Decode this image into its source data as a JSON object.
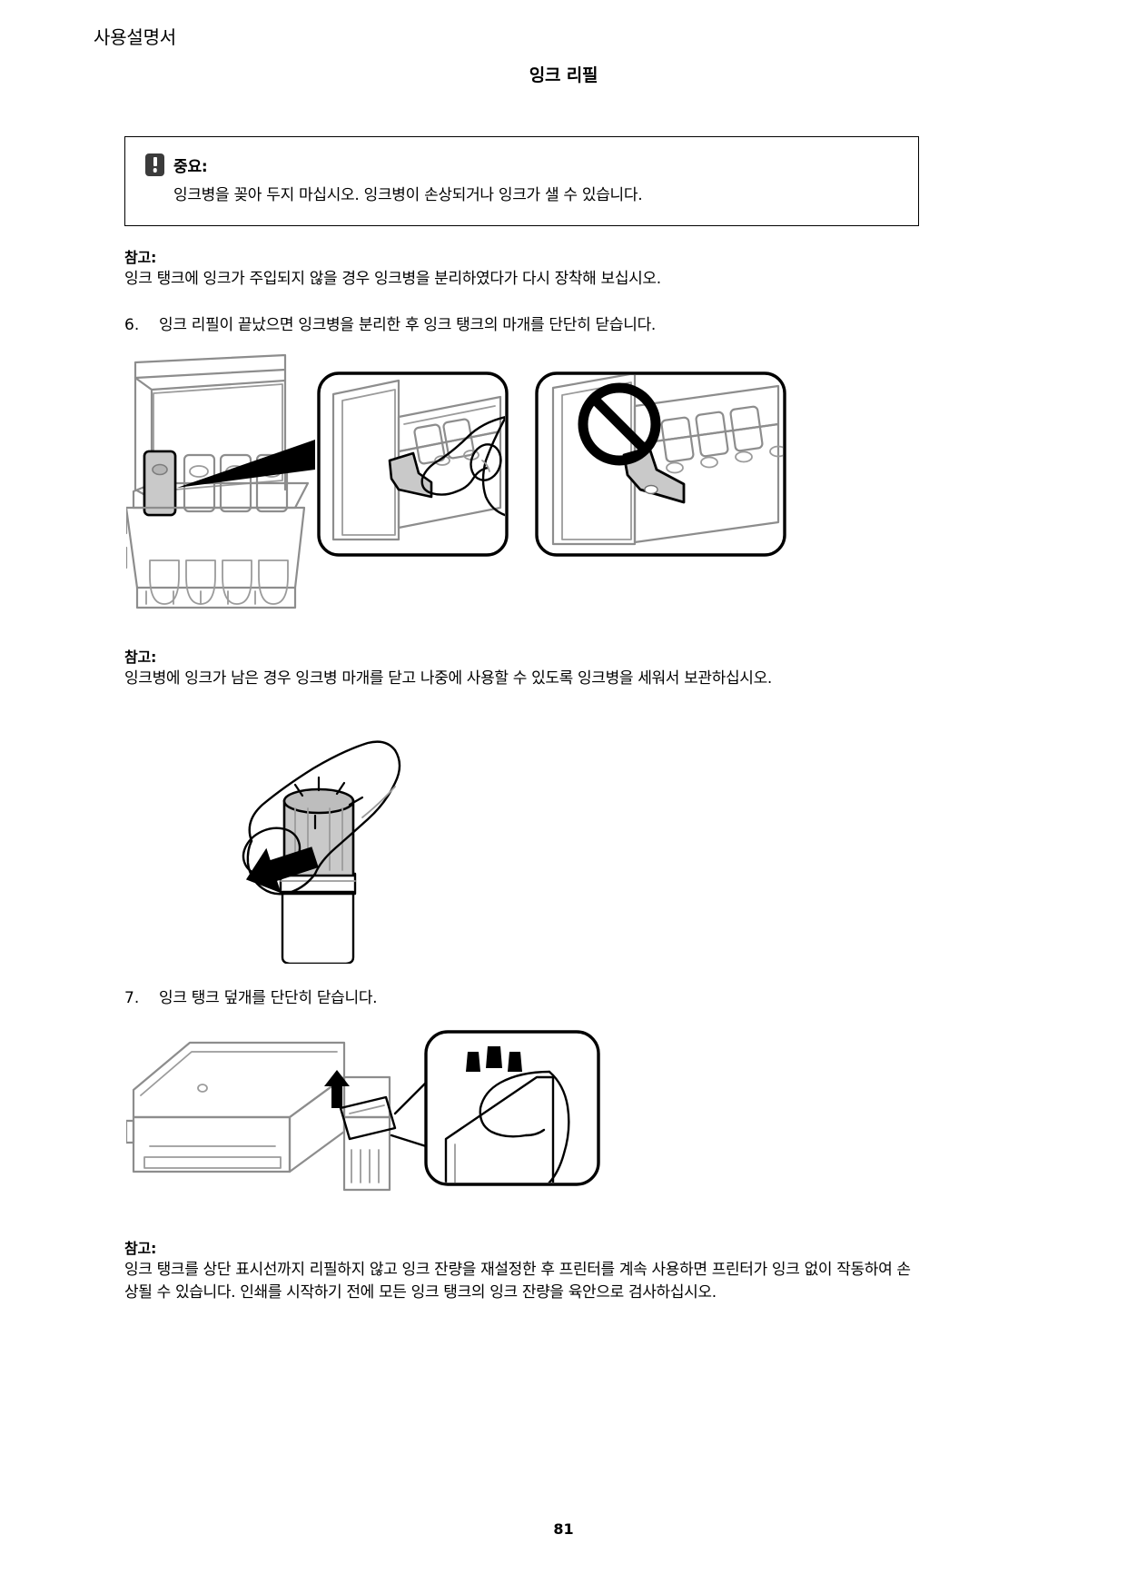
{
  "header": {
    "running_head": "사용설명서",
    "title": "잉크 리필"
  },
  "important": {
    "icon": "exclamation-icon",
    "label": "중요:",
    "text": "잉크병을 꽂아 두지 마십시오. 잉크병이 손상되거나 잉크가 샐 수 있습니다."
  },
  "note1": {
    "label": "참고:",
    "text": "잉크 탱크에 잉크가 주입되지 않을 경우 잉크병을 분리하였다가 다시 장착해 보십시오."
  },
  "step6": {
    "number": "6.",
    "text": "잉크 리필이 끝났으면 잉크병을 분리한 후 잉크 탱크의 마개를 단단히 닫습니다."
  },
  "figure1": {
    "name": "ink-tank-cap-close-illustration",
    "callouts": [
      "ink-tank-detail-panel",
      "ink-tank-prohibited-panel"
    ],
    "prohibition_symbol": "no-symbol"
  },
  "note2": {
    "label": "참고:",
    "text": "잉크병에 잉크가 남은 경우 잉크병 마개를 닫고 나중에 사용할 수 있도록 잉크병을 세워서 보관하십시오."
  },
  "figure2": {
    "name": "ink-bottle-capping-illustration"
  },
  "step7": {
    "number": "7.",
    "text": "잉크 탱크 덮개를 단단히 닫습니다."
  },
  "figure3": {
    "name": "printer-ink-tank-cover-close-illustration"
  },
  "note3": {
    "label": "참고:",
    "text": "잉크 탱크를 상단 표시선까지 리필하지 않고 잉크 잔량을 재설정한 후 프린터를 계속 사용하면 프린터가 잉크 없이 작동하여 손상될 수 있습니다. 인쇄를 시작하기 전에 모든 잉크 탱크의 잉크 잔량을 육안으로 검사하십시오."
  },
  "footer": {
    "page_number": "81"
  },
  "colors": {
    "text": "#000000",
    "rule": "#000000",
    "icon_bg": "#3b3b3b",
    "illustration_gray": "#8d8d8d",
    "illustration_fill": "#c9c9c9"
  }
}
